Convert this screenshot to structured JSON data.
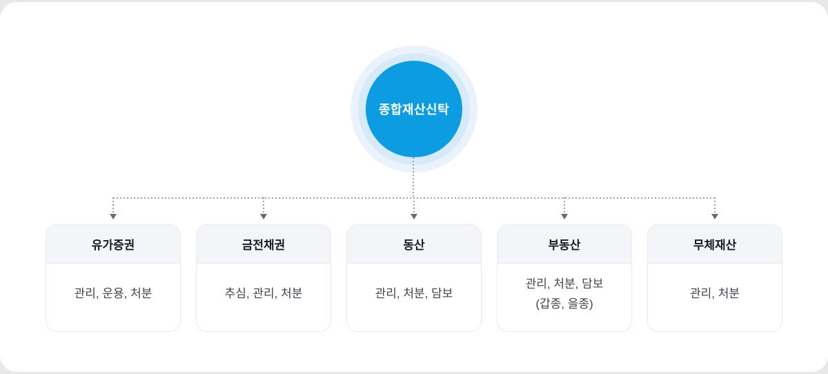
{
  "diagram": {
    "root_label": "종합재산신탁",
    "branches": [
      {
        "title": "유가증권",
        "body": "관리, 운용, 처분"
      },
      {
        "title": "금전채권",
        "body": "추심, 관리, 처분"
      },
      {
        "title": "동산",
        "body": "관리, 처분, 담보"
      },
      {
        "title": "부동산",
        "body": "관리, 처분, 담보\n(갑종, 을종)"
      },
      {
        "title": "무체재산",
        "body": "관리, 처분"
      }
    ]
  },
  "colors": {
    "root_circle": "#0c9ce2",
    "root_halo_inner": "#d7eaf8",
    "root_halo_outer": "#eaf3fb",
    "card_header_bg": "#f3f5f9",
    "card_border": "#e9ebf0",
    "connector_line": "#9aa0a8",
    "connector_arrow": "#666c75",
    "title_text": "#171b26",
    "body_text": "#3e4450",
    "page_bg": "#e8e8e8",
    "card_bg": "#ffffff"
  }
}
